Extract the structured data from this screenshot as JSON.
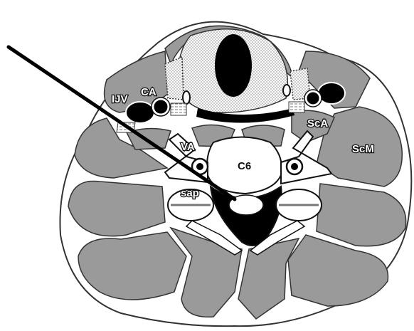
{
  "diagram": {
    "labels": {
      "ijv": "IJV",
      "ca": "CA",
      "sca": "ScA",
      "va": "VA",
      "c6": "C6",
      "scm": "ScM",
      "sap": "sap"
    },
    "colors": {
      "muscle": "#9a9a9a",
      "bone": "#ffffff",
      "outline": "#111111",
      "vessel": "#000000",
      "stipple": "#d6d6d6"
    }
  }
}
